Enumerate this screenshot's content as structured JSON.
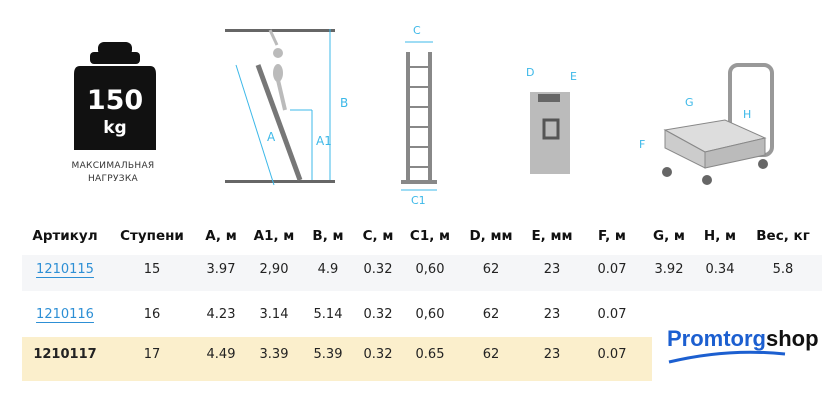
{
  "weight": {
    "value": "150",
    "unit": "kg",
    "caption_line1": "МАКСИМАЛЬНАЯ",
    "caption_line2": "НАГРУЗКА"
  },
  "diagram_labels": {
    "A": "A",
    "A1": "A1",
    "B": "B",
    "C": "C",
    "C1": "C1",
    "D": "D",
    "E": "E",
    "F": "F",
    "G": "G",
    "H": "H"
  },
  "colors": {
    "dimension": "#3cb8e8",
    "link": "#2d8fd5",
    "highlight": "#fbefcc",
    "row_alt": "#f5f6f8"
  },
  "table": {
    "headers": [
      "Артикул",
      "Ступени",
      "A, м",
      "A1, м",
      "B, м",
      "C, м",
      "C1, м",
      "D, мм",
      "E, мм",
      "F, м",
      "G, м",
      "H, м",
      "Вес, кг"
    ],
    "rows": [
      [
        "1210115",
        "15",
        "3.97",
        "2,90",
        "4.9",
        "0.32",
        "0,60",
        "62",
        "23",
        "0.07",
        "3.92",
        "0.34",
        "5.8"
      ],
      [
        "1210116",
        "16",
        "4.23",
        "3.14",
        "5.14",
        "0.32",
        "0,60",
        "62",
        "23",
        "0.07"
      ],
      [
        "1210117",
        "17",
        "4.49",
        "3.39",
        "5.39",
        "0.32",
        "0.65",
        "62",
        "23",
        "0.07"
      ]
    ]
  },
  "logo": {
    "part1": "Promtorg",
    "part2": "shop"
  }
}
